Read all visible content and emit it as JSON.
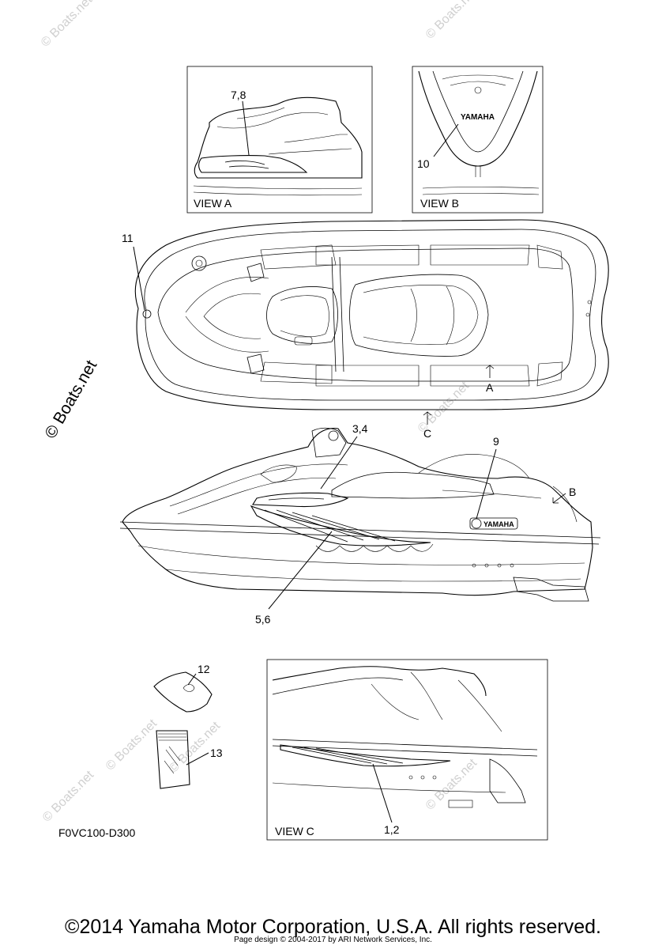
{
  "watermarks": [
    "© Boats.net",
    "© Boats.net",
    "© Boats.net",
    "© Boats.net",
    "© Boats.net",
    "© Boats.net",
    "© Boats.net"
  ],
  "side_watermark": "© Boats.net",
  "views": {
    "a": "VIEW A",
    "b": "VIEW B",
    "c": "VIEW C"
  },
  "decal_text": "YAMAHA",
  "callouts": {
    "c7_8": "7,8",
    "c10": "10",
    "c11": "11",
    "c3_4": "3,4",
    "c9": "9",
    "c5_6": "5,6",
    "c12": "12",
    "c13": "13",
    "c1_2": "1,2",
    "arrow_a": "A",
    "arrow_b": "B",
    "arrow_c": "C"
  },
  "figure_code": "F0VC100-D300",
  "footer": {
    "copyright": "©2014 Yamaha Motor Corporation, U.S.A. All rights reserved.",
    "page_design": "Page design © 2004-2017 by ARI Network Services, Inc."
  }
}
